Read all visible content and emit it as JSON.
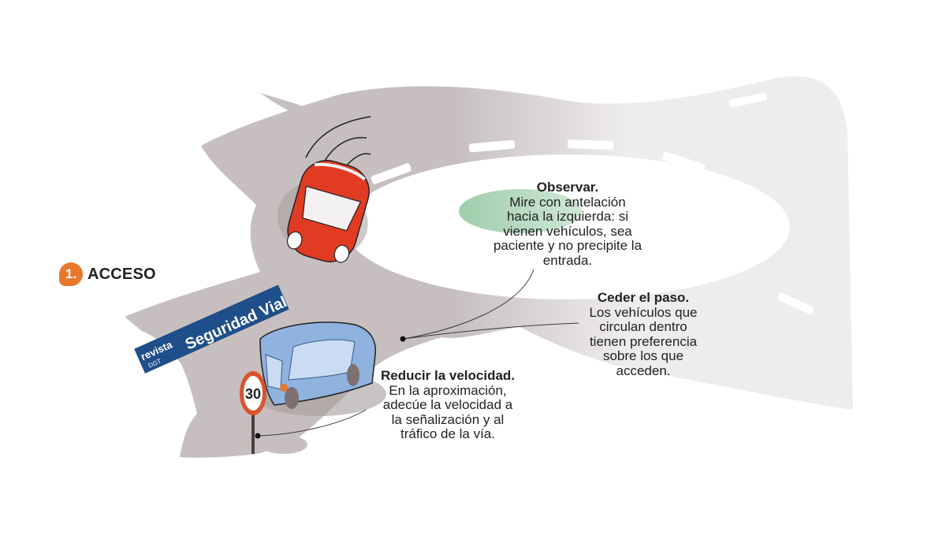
{
  "step": {
    "number": "1.",
    "title": "ACCESO"
  },
  "watermark": {
    "line1": "revista",
    "line2": "DGT",
    "line3": "Seguridad Vial"
  },
  "speed_sign": {
    "value": "30"
  },
  "notes": {
    "observar": {
      "title": "Observar.",
      "body": "Mire con antelación\nhacia la izquierda: si\nvienen vehículos, sea\npaciente y no precipite la\nentrada."
    },
    "ceder": {
      "title": "Ceder el paso.",
      "body": "Los vehículos que\ncirculan dentro\ntienen preferencia\nsobre los que\nacceden."
    },
    "reducir": {
      "title": "Reducir la velocidad.",
      "body": "En la aproximación,\nadecúe la velocidad a\nla señalización y al\ntráfico de la vía."
    }
  },
  "colors": {
    "road": "#c7bfbf",
    "accent_orange": "#e8782a",
    "red_car": "#e23b24",
    "blue_car": "#8fb2df",
    "observe_zone": "#8cc49a",
    "watermark": "#1f4f8a",
    "sign_border": "#d9532f"
  }
}
